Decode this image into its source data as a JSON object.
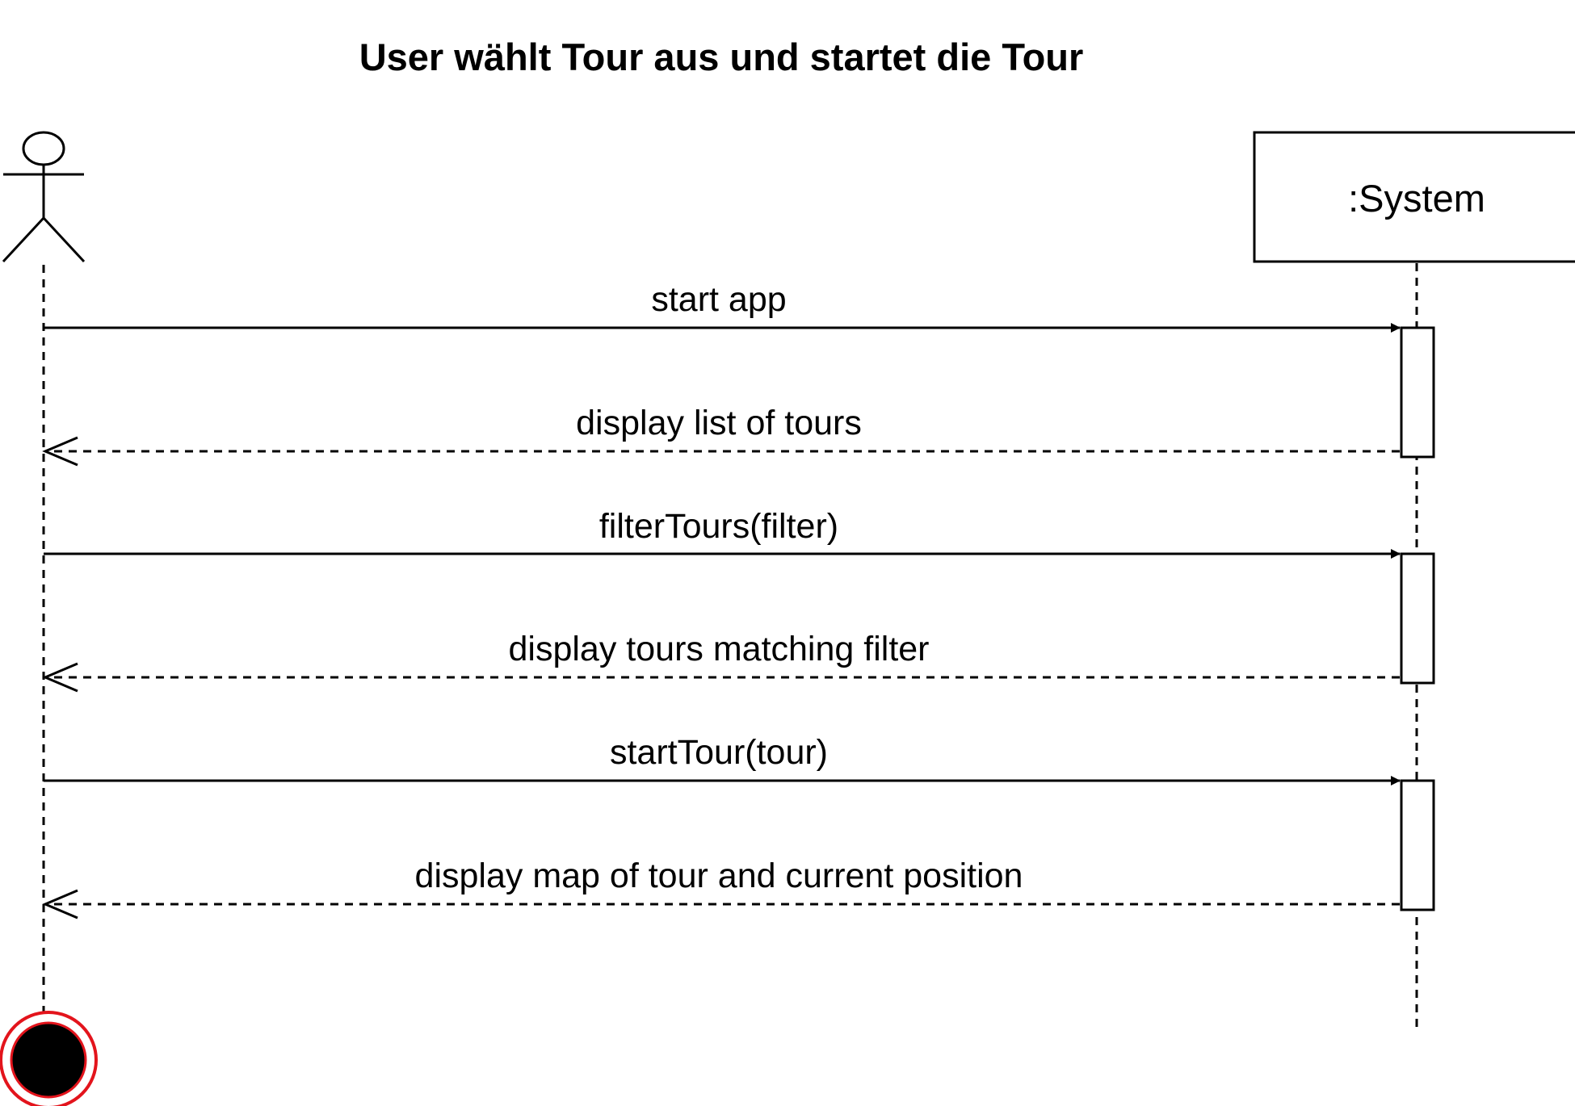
{
  "diagram": {
    "title": "User wählt Tour aus und startet die Tour",
    "participants": {
      "actor": {
        "icon": "stick-figure-actor-icon",
        "label": ""
      },
      "system": {
        "label": ":System"
      }
    },
    "messages": [
      {
        "label": "start app",
        "kind": "call"
      },
      {
        "label": "display list of tours",
        "kind": "return"
      },
      {
        "label": "filterTours(filter)",
        "kind": "call"
      },
      {
        "label": "display tours matching filter",
        "kind": "return"
      },
      {
        "label": "startTour(tour)",
        "kind": "call"
      },
      {
        "label": "display map of tour and current position",
        "kind": "return"
      }
    ],
    "end_marker": {
      "icon": "final-state-icon"
    },
    "colors": {
      "line": "#000000",
      "end_ring": "#e3141c",
      "background": "#ffffff"
    }
  }
}
